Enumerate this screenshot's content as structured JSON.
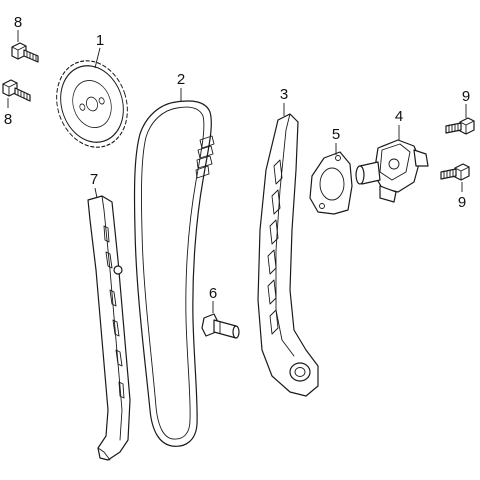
{
  "callouts": {
    "sprocket": "1",
    "chain": "2",
    "tensioner_guide": "3",
    "tensioner": "4",
    "gasket": "5",
    "pivot_bolt": "6",
    "chain_guide": "7",
    "bolt_top_left_upper": "8",
    "bolt_top_left_lower": "8",
    "bolt_right_upper": "9",
    "bolt_right_lower": "9"
  },
  "colors": {
    "line": "#1a1a1a",
    "background": "#ffffff"
  }
}
